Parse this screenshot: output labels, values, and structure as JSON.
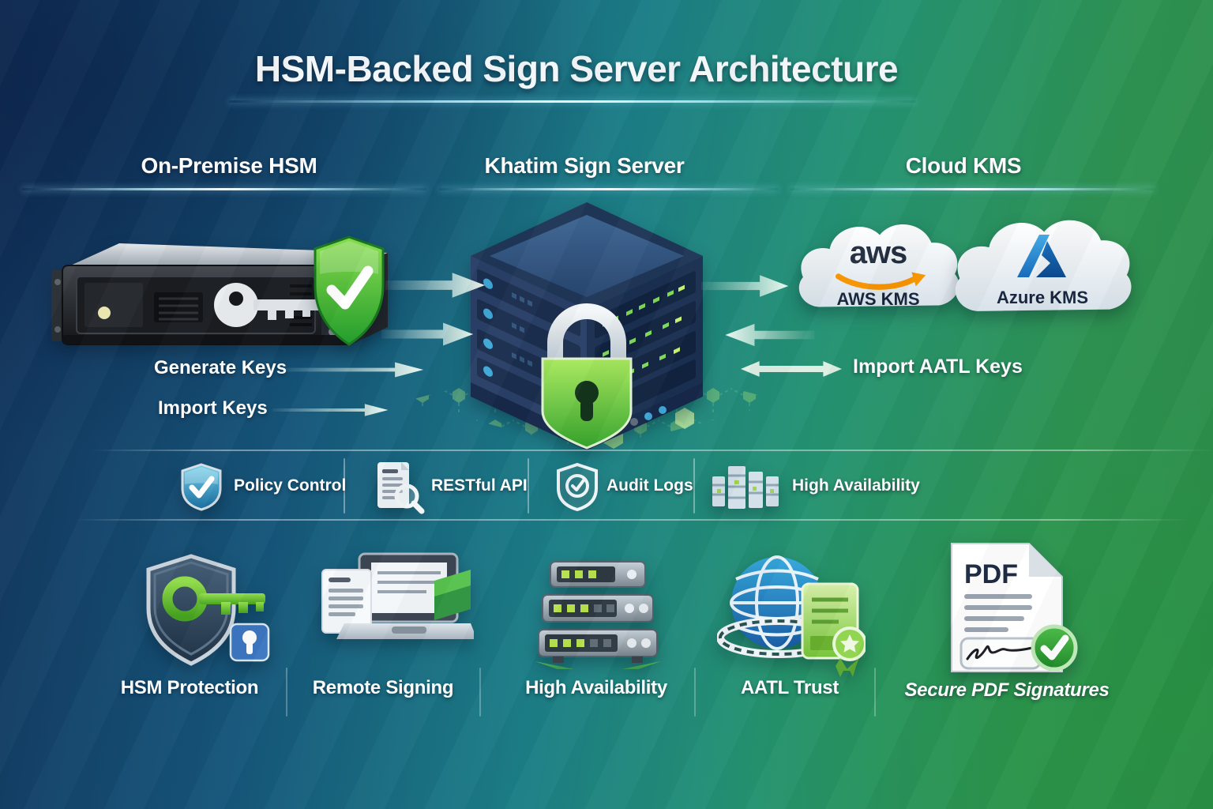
{
  "title": "HSM-Backed Sign Server Architecture",
  "sections": {
    "left": {
      "header": "On-Premise HSM"
    },
    "middle": {
      "header": "Khatim Sign Server"
    },
    "right": {
      "header": "Cloud KMS"
    }
  },
  "flows": {
    "generate_keys": "Generate Keys",
    "import_keys": "Import Keys",
    "import_aatl_keys": "Import AATL Keys"
  },
  "clouds": {
    "aws_logo": "aws",
    "aws_label": "AWS KMS",
    "azure_label": "Azure KMS"
  },
  "features": [
    {
      "label": "Policy Control",
      "icon": "policy-shield-check-icon"
    },
    {
      "label": "RESTful API",
      "icon": "document-magnifier-icon"
    },
    {
      "label": "Audit Logs",
      "icon": "audit-shield-icon"
    },
    {
      "label": "High Availability",
      "icon": "server-stack-icon"
    }
  ],
  "capabilities": [
    {
      "label": "HSM Protection",
      "icon": "shield-key-lock-icon"
    },
    {
      "label": "Remote Signing",
      "icon": "laptop-document-icon"
    },
    {
      "label": "High Availability",
      "icon": "server-cluster-icon"
    },
    {
      "label": "AATL Trust",
      "icon": "globe-certificate-icon"
    },
    {
      "label": "Secure PDF Signatures",
      "icon": "pdf-signature-icon"
    }
  ],
  "pdf_badge": "PDF",
  "colors": {
    "background_blue": "#12315a",
    "background_teal": "#1c7e87",
    "background_green": "#2d9150",
    "accent_green": "#3aa52e",
    "aws_orange": "#f79400",
    "azure_blue": "#1b72c0",
    "navy_text": "#16243e",
    "text_white": "#ffffff"
  }
}
